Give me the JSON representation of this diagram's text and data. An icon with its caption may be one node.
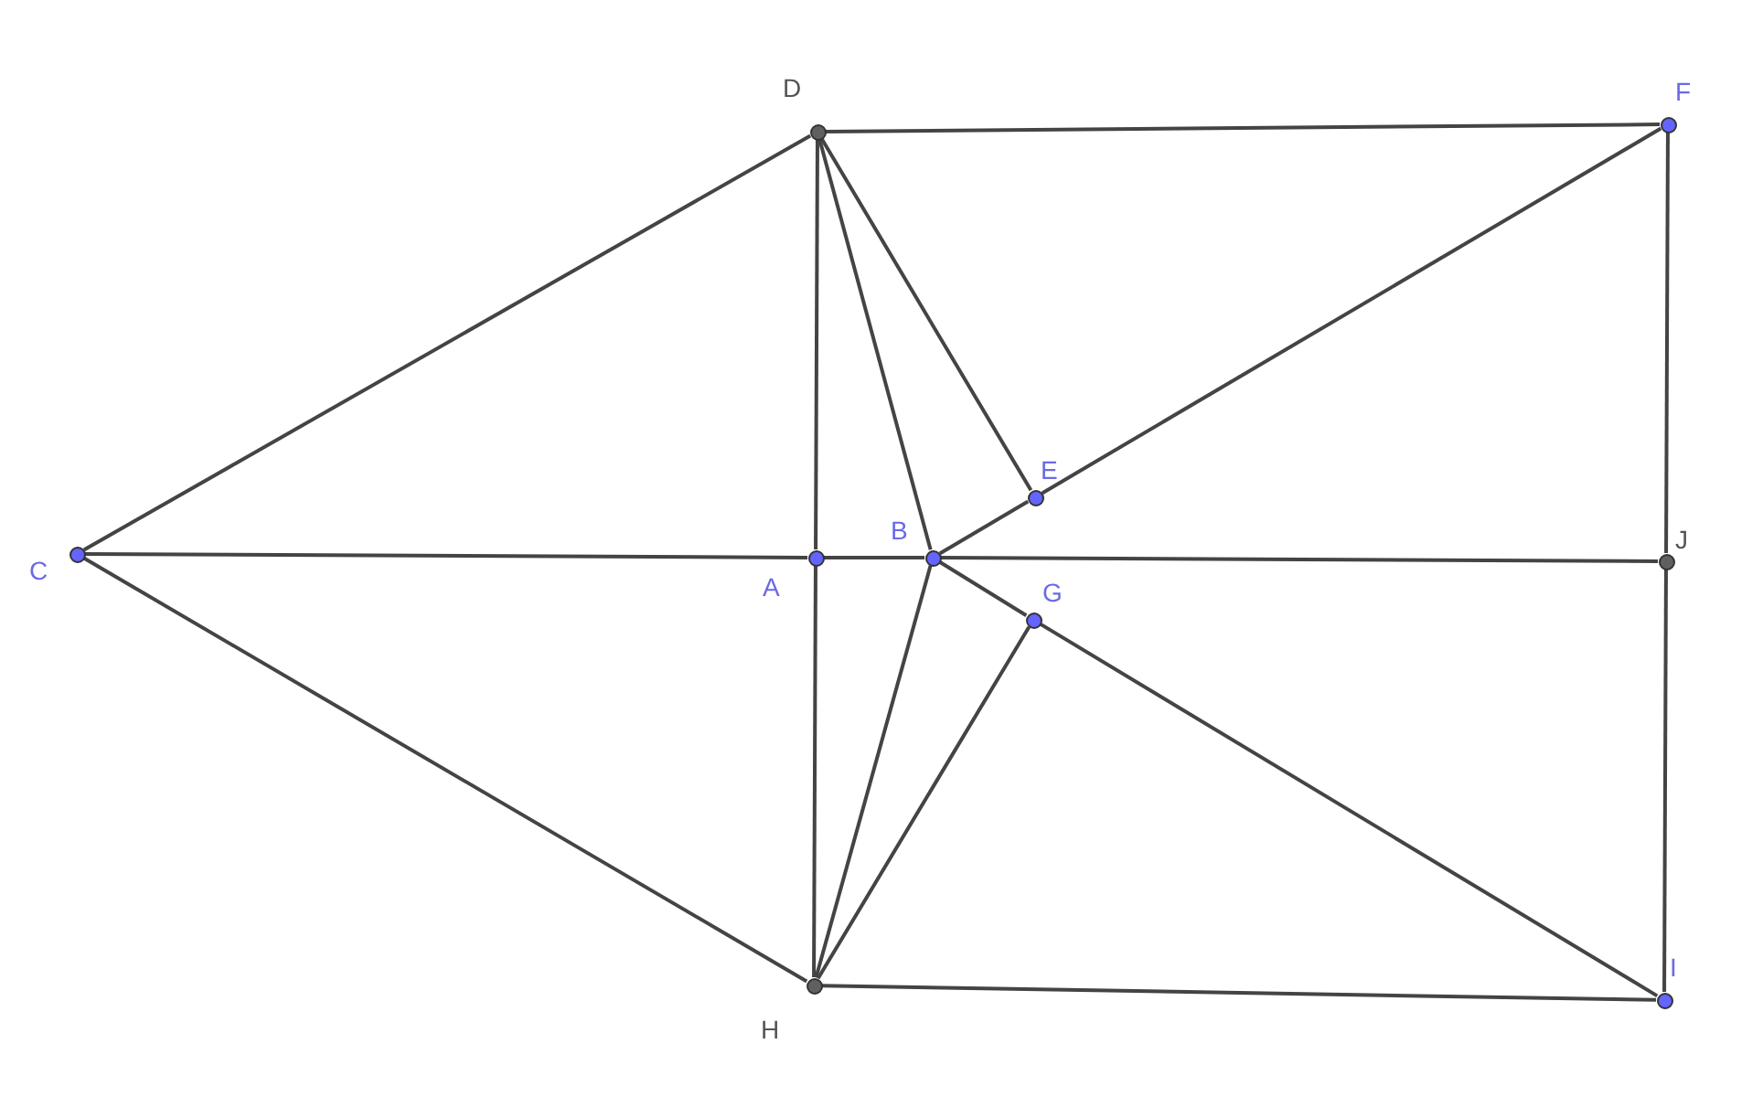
{
  "diagram": {
    "nodes": [
      {
        "text": [
          "D"
        ]
      },
      {
        "text": [
          "F"
        ]
      },
      {
        "text": [
          "C"
        ]
      },
      {
        "text": [
          "A"
        ]
      },
      {
        "text": [
          "B"
        ]
      },
      {
        "text": [
          "E"
        ]
      },
      {
        "text": [
          "G"
        ]
      },
      {
        "text": [
          "J"
        ]
      },
      {
        "text": [
          "H"
        ]
      },
      {
        "text": [
          "I"
        ]
      }
    ],
    "edges": [
      {
        "from": 2,
        "to": 0,
        "arrow": "none"
      },
      {
        "from": 0,
        "to": 1,
        "arrow": "none"
      },
      {
        "from": 1,
        "to": 7,
        "arrow": "none"
      },
      {
        "from": 7,
        "to": 9,
        "arrow": "none"
      },
      {
        "from": 2,
        "to": 8,
        "arrow": "none"
      },
      {
        "from": 8,
        "to": 9,
        "arrow": "none"
      },
      {
        "from": 2,
        "to": 3,
        "arrow": "none"
      },
      {
        "from": 3,
        "to": 4,
        "arrow": "none"
      },
      {
        "from": 4,
        "to": 7,
        "arrow": "none"
      },
      {
        "from": 0,
        "to": 3,
        "arrow": "none"
      },
      {
        "from": 3,
        "to": 8,
        "arrow": "none"
      },
      {
        "from": 0,
        "to": 4,
        "arrow": "none"
      },
      {
        "from": 0,
        "to": 5,
        "arrow": "none"
      },
      {
        "from": 4,
        "to": 5,
        "arrow": "none"
      },
      {
        "from": 5,
        "to": 1,
        "arrow": "none"
      },
      {
        "from": 4,
        "to": 6,
        "arrow": "none"
      },
      {
        "from": 6,
        "to": 9,
        "arrow": "none"
      },
      {
        "from": 4,
        "to": 8,
        "arrow": "none"
      },
      {
        "from": 6,
        "to": 8,
        "arrow": "none"
      }
    ]
  }
}
